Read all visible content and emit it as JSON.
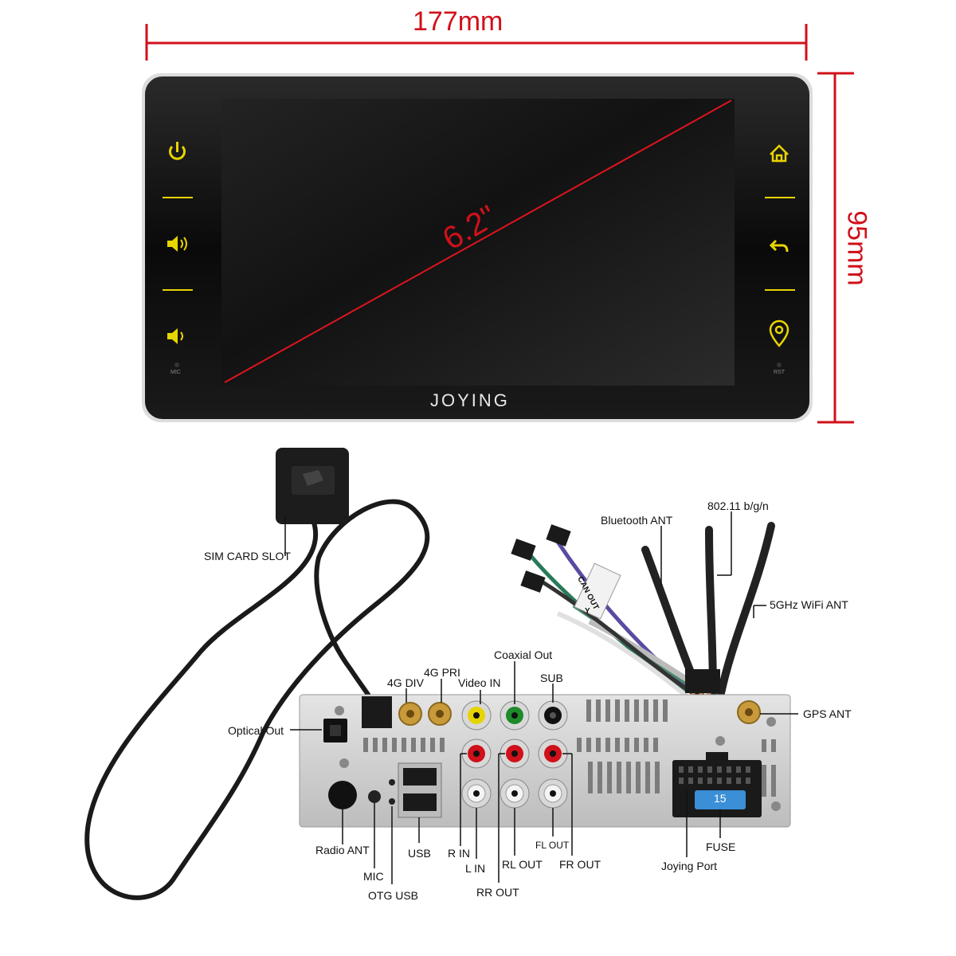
{
  "dimensions": {
    "width": "177mm",
    "height": "95mm",
    "screen_diagonal": "6.2\""
  },
  "device": {
    "brand": "JOYING",
    "mic_label": "MIC",
    "rst_label": "RST"
  },
  "colors": {
    "accent_red": "#d0101a",
    "button_yellow": "#e8d400",
    "bezel": "#0c0c0c",
    "chassis": "#cfcfcf"
  },
  "left_buttons": [
    "power-icon",
    "volume-up-icon",
    "volume-down-icon"
  ],
  "right_buttons": [
    "home-icon",
    "back-icon",
    "gps-pin-icon"
  ],
  "callouts": {
    "sim_card_slot": "SIM CARD SLOT",
    "bluetooth_ant": "Bluetooth ANT",
    "wifi_80211": "802.11 b/g/n",
    "wifi_5ghz": "5GHz WiFi ANT",
    "coaxial_out": "Coaxial Out",
    "g4_pri": "4G PRI",
    "g4_div": "4G DIV",
    "video_in": "Video IN",
    "sub": "SUB",
    "gps_ant": "GPS ANT",
    "optical_out": "Optical Out",
    "radio_ant": "Radio ANT",
    "mic": "MIC",
    "otg_usb": "OTG USB",
    "usb": "USB",
    "r_in": "R IN",
    "l_in": "L IN",
    "rr_out": "RR OUT",
    "rl_out": "RL OUT",
    "fl_out": "FL OUT",
    "fr_out": "FR OUT",
    "joying_port": "Joying Port",
    "fuse": "FUSE"
  },
  "cable_tags": [
    "CAN OUT",
    "Y"
  ],
  "fuse_rating": "15"
}
